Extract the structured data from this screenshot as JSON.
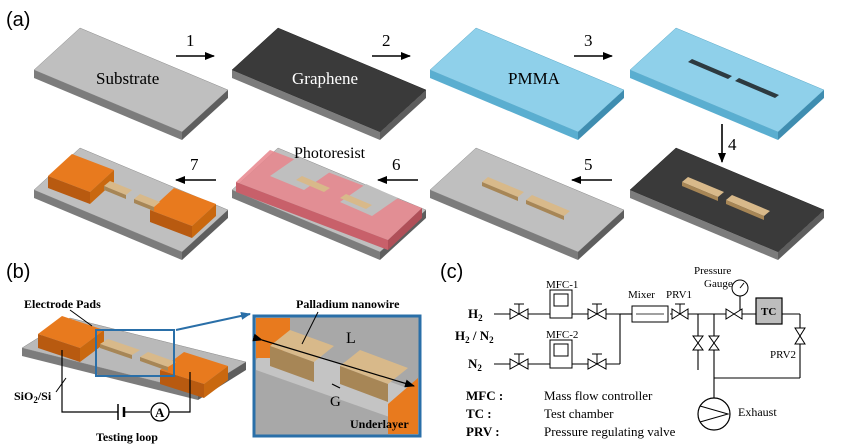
{
  "panel_a": {
    "label": "(a)",
    "steps": [
      "1",
      "2",
      "3",
      "4",
      "5",
      "6",
      "7"
    ],
    "layers": {
      "substrate": "Substrate",
      "graphene": "Graphene",
      "pmma": "PMMA",
      "photoresist": "Photoresist"
    }
  },
  "panel_b": {
    "label": "(b)",
    "electrode_pads": "Electrode Pads",
    "sio2_si": "SiO",
    "sio2_sub": "2",
    "sio2_tail": "/Si",
    "ammeter": "A",
    "testing_loop": "Testing loop",
    "palladium_nanowire": "Palladium nanowire",
    "length": "L",
    "gap": "G",
    "underlayer": "Underlayer"
  },
  "panel_c": {
    "label": "(c)",
    "gas_h2": "H",
    "gas_h2_sub": "2",
    "gas_h2n2_a": "H",
    "gas_h2n2_sub_a": "2",
    "gas_h2n2_mid": " / N",
    "gas_h2n2_sub_b": "2",
    "gas_n2": "N",
    "gas_n2_sub": "2",
    "mfc1": "MFC-1",
    "mfc2": "MFC-2",
    "mixer": "Mixer",
    "prv1": "PRV1",
    "prv2": "PRV2",
    "pressure_gauge_1": "Pressure",
    "pressure_gauge_2": "Gauge",
    "tc": "TC",
    "exhaust": "Exhaust",
    "legend": [
      {
        "abbr": "MFC :",
        "desc": "Mass flow controller"
      },
      {
        "abbr": "TC    :",
        "desc": "Test chamber"
      },
      {
        "abbr": "PRV :",
        "desc": "Pressure regulating valve"
      }
    ]
  }
}
